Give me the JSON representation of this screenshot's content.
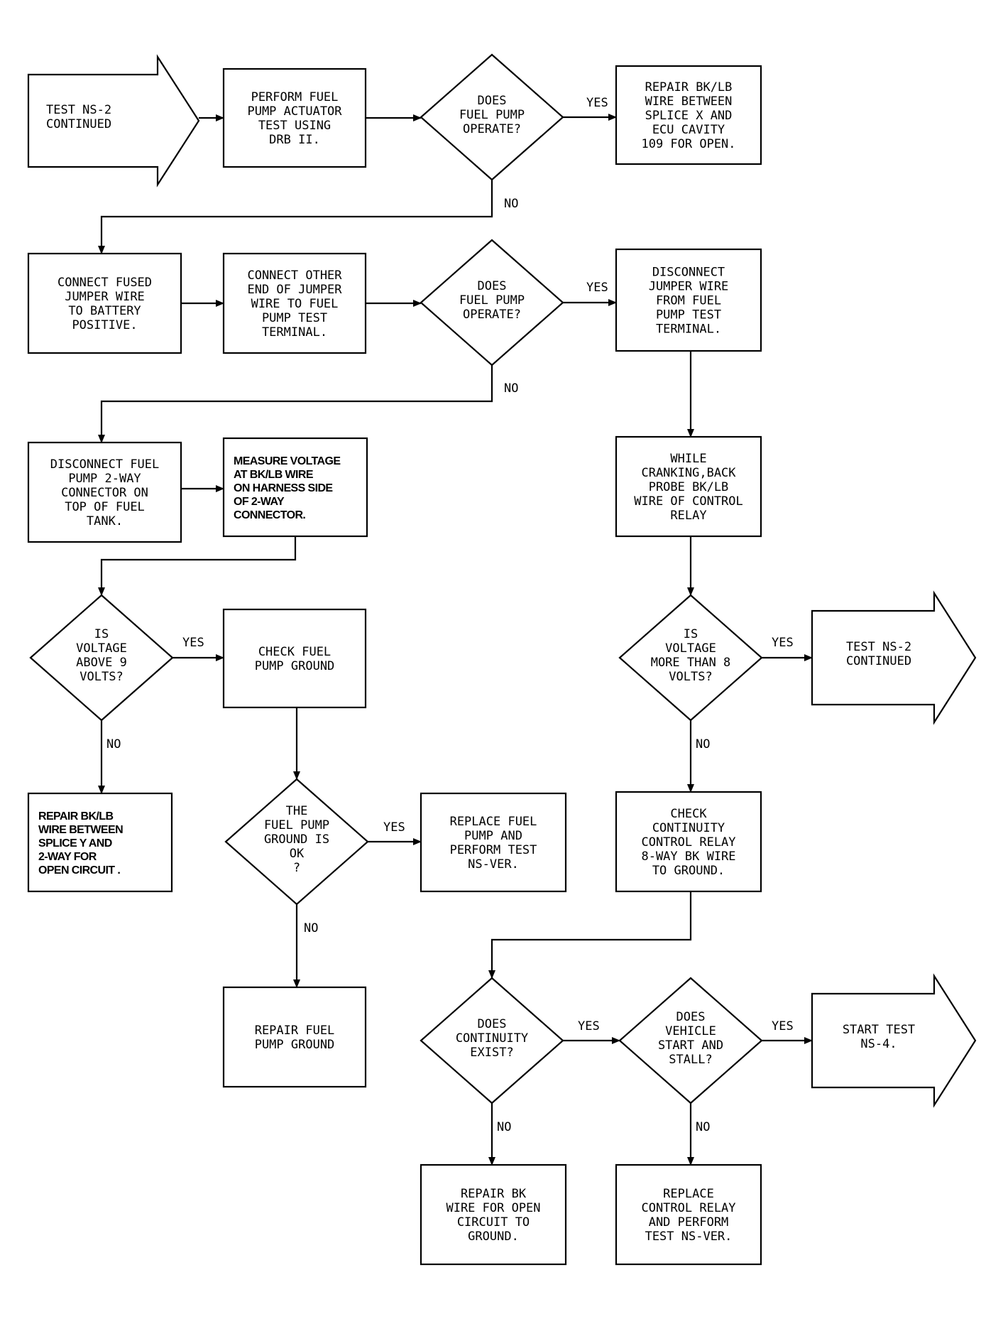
{
  "diagram": {
    "type": "flowchart",
    "nodes": [
      {
        "id": "start_ns2",
        "shape": "arrow",
        "lines": [
          "TEST NS-2",
          "CONTINUED"
        ],
        "align": "left"
      },
      {
        "id": "perform_actuator",
        "shape": "rect",
        "lines": [
          "PERFORM FUEL",
          "PUMP ACTUATOR",
          "TEST USING",
          "DRB II."
        ],
        "align": "center"
      },
      {
        "id": "dec_pump1",
        "shape": "diamond",
        "lines": [
          "DOES",
          "FUEL PUMP",
          "OPERATE?"
        ],
        "align": "center"
      },
      {
        "id": "repair_bklb_x",
        "shape": "rect",
        "lines": [
          "REPAIR BK/LB",
          "WIRE BETWEEN",
          "SPLICE X AND",
          "ECU CAVITY",
          "109 FOR OPEN."
        ],
        "align": "center"
      },
      {
        "id": "connect_fused",
        "shape": "rect",
        "lines": [
          "CONNECT FUSED",
          "JUMPER WIRE",
          "TO BATTERY",
          "POSITIVE."
        ],
        "align": "center"
      },
      {
        "id": "connect_other",
        "shape": "rect",
        "lines": [
          "CONNECT OTHER",
          "END OF JUMPER",
          "WIRE TO FUEL",
          "PUMP TEST",
          "TERMINAL."
        ],
        "align": "center"
      },
      {
        "id": "dec_pump2",
        "shape": "diamond",
        "lines": [
          "DOES",
          "FUEL PUMP",
          "OPERATE?"
        ],
        "align": "center"
      },
      {
        "id": "disconnect_jumper",
        "shape": "rect",
        "lines": [
          "DISCONNECT",
          "JUMPER WIRE",
          "FROM FUEL",
          "PUMP TEST",
          "TERMINAL."
        ],
        "align": "center"
      },
      {
        "id": "disconnect_2way",
        "shape": "rect",
        "lines": [
          "DISCONNECT FUEL",
          "PUMP 2-WAY",
          "CONNECTOR ON",
          "TOP OF FUEL",
          "TANK."
        ],
        "align": "center"
      },
      {
        "id": "measure_voltage",
        "shape": "rect",
        "lines": [
          "MEASURE VOLTAGE",
          "AT BK/LB WIRE",
          "ON HARNESS SIDE",
          "OF 2-WAY",
          "CONNECTOR."
        ],
        "align": "left",
        "bold": true
      },
      {
        "id": "while_cranking",
        "shape": "rect",
        "lines": [
          "WHILE",
          "CRANKING,BACK",
          "PROBE BK/LB",
          "WIRE OF CONTROL",
          "RELAY"
        ],
        "align": "center"
      },
      {
        "id": "dec_volt9",
        "shape": "diamond",
        "lines": [
          "IS",
          "VOLTAGE",
          "ABOVE 9",
          "VOLTS?"
        ],
        "align": "center"
      },
      {
        "id": "check_ground",
        "shape": "rect",
        "lines": [
          "CHECK FUEL",
          "PUMP GROUND"
        ],
        "align": "center"
      },
      {
        "id": "dec_volt8",
        "shape": "diamond",
        "lines": [
          "IS",
          "VOLTAGE",
          "MORE THAN 8",
          "VOLTS?"
        ],
        "align": "center"
      },
      {
        "id": "cont_ns2",
        "shape": "arrow",
        "lines": [
          "TEST NS-2",
          "CONTINUED"
        ],
        "align": "center"
      },
      {
        "id": "repair_bklb_y",
        "shape": "rect",
        "lines": [
          "REPAIR BK/LB",
          "WIRE BETWEEN",
          "SPLICE Y AND",
          "2-WAY FOR",
          "OPEN CIRCUIT ."
        ],
        "align": "left",
        "bold": true
      },
      {
        "id": "dec_ground",
        "shape": "diamond",
        "lines": [
          "THE",
          "FUEL PUMP",
          "GROUND IS",
          "OK",
          "?"
        ],
        "align": "center"
      },
      {
        "id": "replace_pump",
        "shape": "rect",
        "lines": [
          "REPLACE FUEL",
          "PUMP AND",
          "PERFORM TEST",
          "NS-VER."
        ],
        "align": "center"
      },
      {
        "id": "check_continuity",
        "shape": "rect",
        "lines": [
          "CHECK",
          "CONTINUITY",
          "CONTROL RELAY",
          "8-WAY BK WIRE",
          "TO GROUND."
        ],
        "align": "center"
      },
      {
        "id": "repair_ground",
        "shape": "rect",
        "lines": [
          "REPAIR FUEL",
          "PUMP GROUND"
        ],
        "align": "center"
      },
      {
        "id": "dec_continuity",
        "shape": "diamond",
        "lines": [
          "DOES",
          "CONTINUITY",
          "EXIST?"
        ],
        "align": "center"
      },
      {
        "id": "dec_stall",
        "shape": "diamond",
        "lines": [
          "DOES",
          "VEHICLE",
          "START AND",
          "STALL?"
        ],
        "align": "center"
      },
      {
        "id": "start_ns4",
        "shape": "arrow",
        "lines": [
          "START TEST",
          "NS-4."
        ],
        "align": "center"
      },
      {
        "id": "repair_bk",
        "shape": "rect",
        "lines": [
          "REPAIR BK",
          "WIRE FOR OPEN",
          "CIRCUIT TO",
          "GROUND."
        ],
        "align": "center"
      },
      {
        "id": "replace_relay",
        "shape": "rect",
        "lines": [
          "REPLACE",
          "CONTROL RELAY",
          "AND PERFORM",
          "TEST NS-VER."
        ],
        "align": "center"
      }
    ],
    "edges": [
      {
        "from": "start_ns2",
        "to": "perform_actuator",
        "label": ""
      },
      {
        "from": "perform_actuator",
        "to": "dec_pump1",
        "label": ""
      },
      {
        "from": "dec_pump1",
        "to": "repair_bklb_x",
        "label": "YES"
      },
      {
        "from": "dec_pump1",
        "to": "connect_fused",
        "label": "NO"
      },
      {
        "from": "connect_fused",
        "to": "connect_other",
        "label": ""
      },
      {
        "from": "connect_other",
        "to": "dec_pump2",
        "label": ""
      },
      {
        "from": "dec_pump2",
        "to": "disconnect_jumper",
        "label": "YES"
      },
      {
        "from": "dec_pump2",
        "to": "disconnect_2way",
        "label": "NO"
      },
      {
        "from": "disconnect_2way",
        "to": "measure_voltage",
        "label": ""
      },
      {
        "from": "measure_voltage",
        "to": "dec_volt9",
        "label": ""
      },
      {
        "from": "disconnect_jumper",
        "to": "while_cranking",
        "label": ""
      },
      {
        "from": "while_cranking",
        "to": "dec_volt8",
        "label": ""
      },
      {
        "from": "dec_volt9",
        "to": "check_ground",
        "label": "YES"
      },
      {
        "from": "dec_volt9",
        "to": "repair_bklb_y",
        "label": "NO"
      },
      {
        "from": "check_ground",
        "to": "dec_ground",
        "label": ""
      },
      {
        "from": "dec_ground",
        "to": "replace_pump",
        "label": "YES"
      },
      {
        "from": "dec_ground",
        "to": "repair_ground",
        "label": "NO"
      },
      {
        "from": "dec_volt8",
        "to": "cont_ns2",
        "label": "YES"
      },
      {
        "from": "dec_volt8",
        "to": "check_continuity",
        "label": "NO"
      },
      {
        "from": "check_continuity",
        "to": "dec_continuity",
        "label": ""
      },
      {
        "from": "dec_continuity",
        "to": "dec_stall",
        "label": "YES"
      },
      {
        "from": "dec_continuity",
        "to": "repair_bk",
        "label": "NO"
      },
      {
        "from": "dec_stall",
        "to": "start_ns4",
        "label": "YES"
      },
      {
        "from": "dec_stall",
        "to": "replace_relay",
        "label": "NO"
      }
    ]
  }
}
